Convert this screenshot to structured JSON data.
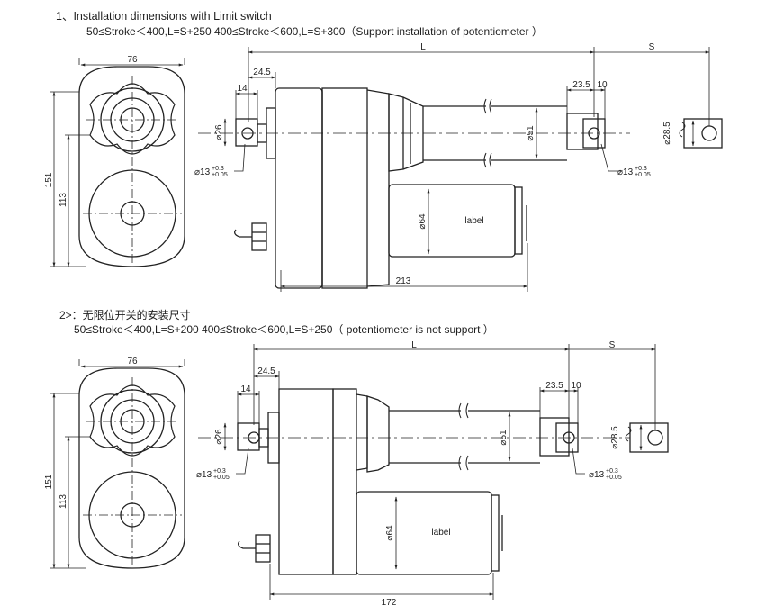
{
  "section1": {
    "title": "1、Installation dimensions with Limit switch",
    "subtitle": "50≤Stroke＜400,L=S+250   400≤Stroke＜600,L=S+300（Support installation of potentiometer ）",
    "dims": {
      "L": "L",
      "S": "S",
      "w76": "76",
      "h151": "151",
      "h113": "113",
      "d24_5": "24.5",
      "d14": "14",
      "d23_5": "23.5",
      "d10": "10",
      "phi26": "⌀26",
      "phi51": "⌀51",
      "phi28_5": "⌀28.5",
      "phi64": "⌀64",
      "hole": "⌀13",
      "tol_up": "+0.3",
      "tol_dn": "+0.05",
      "len": "213",
      "label": "label"
    }
  },
  "section2": {
    "title": "2>：无限位开关的安装尺寸",
    "subtitle": "50≤Stroke＜400,L=S+200   400≤Stroke＜600,L=S+250（  potentiometer is not support ）",
    "dims": {
      "L": "L",
      "S": "S",
      "w76": "76",
      "h151": "151",
      "h113": "113",
      "d24_5": "24.5",
      "d14": "14",
      "d23_5": "23.5",
      "d10": "10",
      "phi26": "⌀26",
      "phi51": "⌀51",
      "phi28_5": "⌀28.5",
      "phi64": "⌀64",
      "hole": "⌀13",
      "tol_up": "+0.3",
      "tol_dn": "+0.05",
      "len": "172",
      "label": "label"
    }
  }
}
